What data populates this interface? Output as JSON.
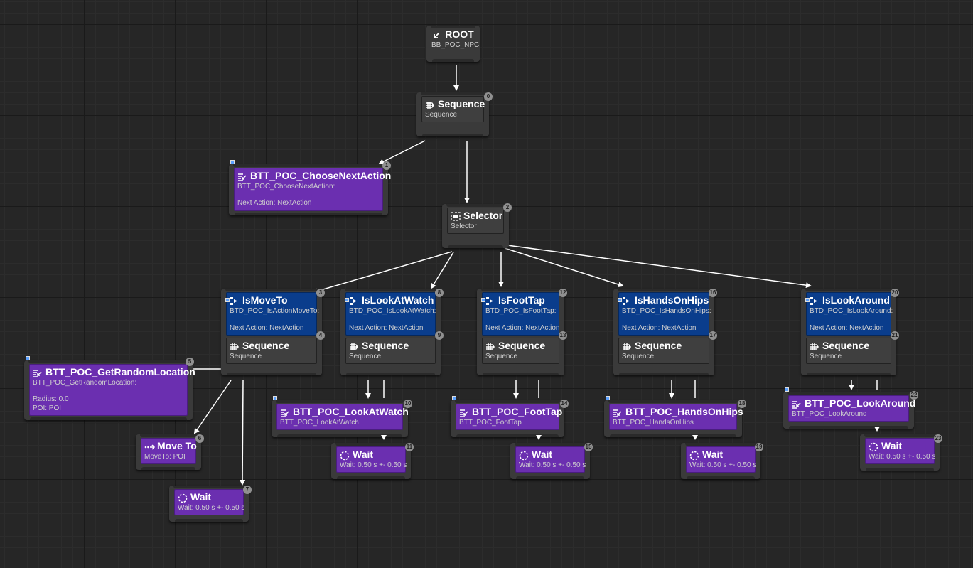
{
  "colors": {
    "task": "#6b2fb0",
    "decorator": "#0a3d8c",
    "composite": "#3f3f3f",
    "background": "#262626",
    "wire": "#ffffff"
  },
  "nodes": {
    "root": {
      "title": "ROOT",
      "sub": "BB_POC_NPC",
      "icon": "root-icon"
    },
    "seq0": {
      "title": "Sequence",
      "sub": "Sequence",
      "badge": "0",
      "icon": "sequence-icon"
    },
    "choose": {
      "title": "BTT_POC_ChooseNextAction",
      "sub1": "BTT_POC_ChooseNextAction:",
      "sub2": "Next Action: NextAction",
      "badge": "1",
      "icon": "task-icon"
    },
    "selector": {
      "title": "Selector",
      "sub": "Selector",
      "badge": "2",
      "icon": "selector-icon"
    },
    "moveTo": {
      "dec": {
        "title": "IsMoveTo",
        "sub1": "BTD_POC_IsActionMoveTo:",
        "sub2": "Next Action: NextAction",
        "badge": "3",
        "badge2": "4"
      },
      "seq": {
        "title": "Sequence",
        "sub": "Sequence"
      }
    },
    "lookAtWatch": {
      "dec": {
        "title": "IsLookAtWatch",
        "sub1": "BTD_POC_IsLookAtWatch:",
        "sub2": "Next Action: NextAction",
        "badge": "8",
        "badge2": "9"
      },
      "seq": {
        "title": "Sequence",
        "sub": "Sequence"
      }
    },
    "footTap": {
      "dec": {
        "title": "IsFootTap",
        "sub1": "BTD_POC_IsFootTap:",
        "sub2": "Next Action: NextAction",
        "badge": "12",
        "badge2": "13"
      },
      "seq": {
        "title": "Sequence",
        "sub": "Sequence"
      }
    },
    "handsOnHips": {
      "dec": {
        "title": "IsHandsOnHips",
        "sub1": "BTD_POC_IsHandsOnHips:",
        "sub2": "Next Action: NextAction",
        "badge": "16",
        "badge2": "17"
      },
      "seq": {
        "title": "Sequence",
        "sub": "Sequence"
      }
    },
    "lookAround": {
      "dec": {
        "title": "IsLookAround",
        "sub1": "BTD_POC_IsLookAround:",
        "sub2": "Next Action: NextAction",
        "badge": "20",
        "badge2": "21"
      },
      "seq": {
        "title": "Sequence",
        "sub": "Sequence"
      }
    },
    "getRandom": {
      "title": "BTT_POC_GetRandomLocation",
      "sub1": "BTT_POC_GetRandomLocation:",
      "sub2": "Radius: 0.0",
      "sub3": "POI: POI",
      "badge": "5"
    },
    "moveToTask": {
      "title": "Move To",
      "sub": "MoveTo: POI",
      "badge": "6",
      "icon": "move-to-icon"
    },
    "wait7": {
      "title": "Wait",
      "sub": "Wait: 0.50 s +- 0.50 s",
      "badge": "7"
    },
    "taskLookAtWatch": {
      "title": "BTT_POC_LookAtWatch",
      "sub": "BTT_POC_LookAtWatch",
      "badge": "10"
    },
    "wait11": {
      "title": "Wait",
      "sub": "Wait: 0.50 s +- 0.50 s",
      "badge": "11"
    },
    "taskFootTap": {
      "title": "BTT_POC_FootTap",
      "sub": "BTT_POC_FootTap",
      "badge": "14"
    },
    "wait15": {
      "title": "Wait",
      "sub": "Wait: 0.50 s +- 0.50 s",
      "badge": "15"
    },
    "taskHandsOnHips": {
      "title": "BTT_POC_HandsOnHips",
      "sub": "BTT_POC_HandsOnHips",
      "badge": "18"
    },
    "wait19": {
      "title": "Wait",
      "sub": "Wait: 0.50 s +- 0.50 s",
      "badge": "19"
    },
    "taskLookAround": {
      "title": "BTT_POC_LookAround",
      "sub": "BTT_POC_LookAround",
      "badge": "22"
    },
    "wait23": {
      "title": "Wait",
      "sub": "Wait: 0.50 s +- 0.50 s",
      "badge": "23"
    }
  }
}
